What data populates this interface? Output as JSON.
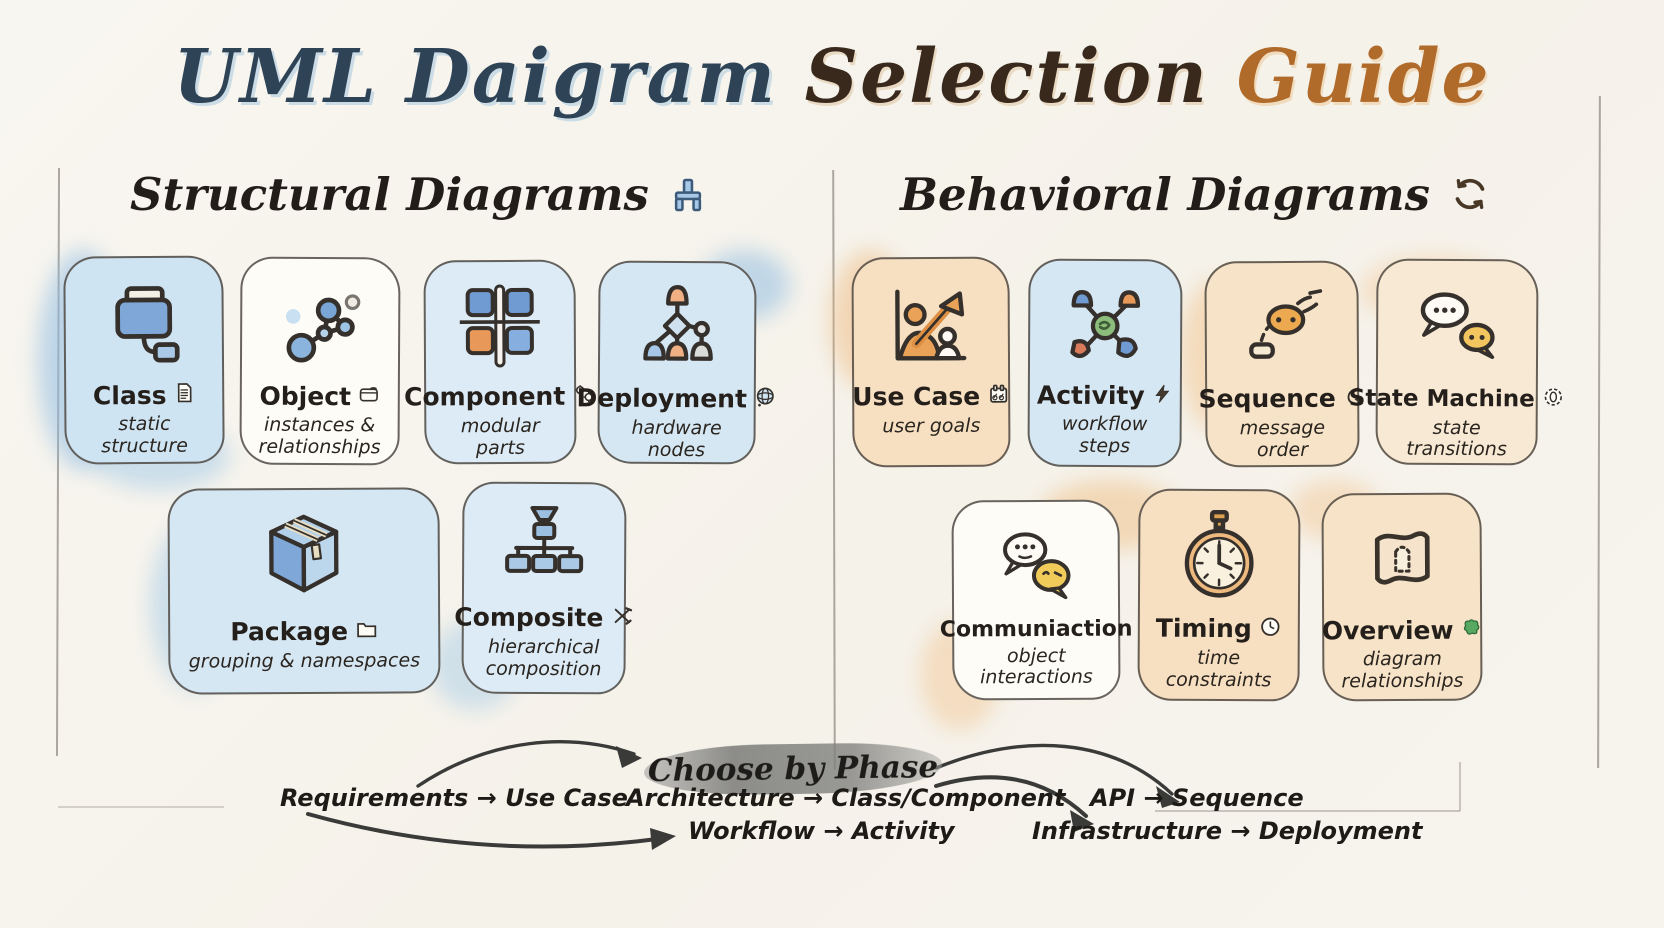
{
  "title": {
    "segment_navy": "UML Daigram",
    "segment_brown": "Selection",
    "segment_amber": "Guide"
  },
  "sections": {
    "structural": {
      "heading": "Structural Diagrams",
      "icon": "component-bracket-icon",
      "highlight_color": "#c6dff1"
    },
    "behavioral": {
      "heading": "Behavioral Diagrams",
      "icon": "cycle-arrows-icon",
      "highlight_color": "#f6d6af"
    }
  },
  "cards": {
    "structural": [
      {
        "title": "Class",
        "title_icon": "document-icon",
        "subtitle": "static structure"
      },
      {
        "title": "Object",
        "title_icon": "wallet-icon",
        "subtitle": "instances & relationships"
      },
      {
        "title": "Component",
        "title_icon": "gears-icon",
        "subtitle": "modular parts"
      },
      {
        "title": "Deployment",
        "title_icon": "globe-icon",
        "subtitle": "hardware nodes"
      },
      {
        "title": "Package",
        "title_icon": "folder-icon",
        "subtitle": "grouping & namespaces"
      },
      {
        "title": "Composite",
        "title_icon": "crossed-tools-icon",
        "subtitle": "hierarchical composition"
      }
    ],
    "behavioral": [
      {
        "title": "Use Case",
        "title_icon": "calendar-icon",
        "subtitle": "user goals"
      },
      {
        "title": "Activity",
        "title_icon": "lightning-icon",
        "subtitle": "workflow steps"
      },
      {
        "title": "Sequence",
        "title_icon": "quill-icon",
        "subtitle": "message order"
      },
      {
        "title": "State Machine",
        "title_icon": "gear-badge-icon",
        "subtitle": "state transitions"
      },
      {
        "title": "Communiaction",
        "title_icon": "",
        "subtitle": "object interactions"
      },
      {
        "title": "Timing",
        "title_icon": "clock-icon",
        "subtitle": "time constraints"
      },
      {
        "title": "Overview",
        "title_icon": "green-blob-icon",
        "subtitle": "diagram relationships"
      }
    ]
  },
  "phase": {
    "heading": "Choose by Phase",
    "mappings": [
      "Requirements → Use Case",
      "Architecture → Class/Component",
      "Workflow → Activity",
      "API → Sequence",
      "Infrastructure → Deployment"
    ]
  },
  "colors": {
    "accent_blue": "#7fa8d9",
    "accent_orange": "#e8995a",
    "highlight_blue": "#c6dff1",
    "highlight_orange": "#f6d6af",
    "banner_gray": "#8f8f8d"
  }
}
